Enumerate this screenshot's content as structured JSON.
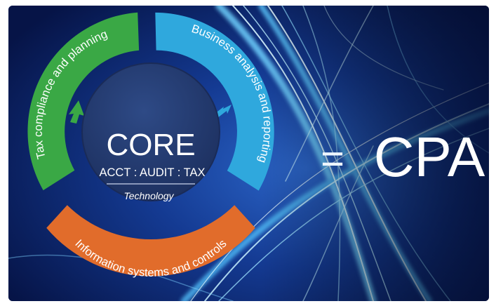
{
  "center": {
    "title": "CORE",
    "subtitle": "ACCT : AUDIT : TAX",
    "caption": "Technology"
  },
  "segments": [
    {
      "label": "Tax compliance and planning",
      "color": "#3aa845"
    },
    {
      "label": "Business analysis and reporting",
      "color": "#2fa8dd"
    },
    {
      "label": "Information systems and controls",
      "color": "#e16c2b"
    }
  ],
  "equation": {
    "operator": "=",
    "result": "CPA"
  },
  "colors": {
    "circle_fill": "#243a6e",
    "background_dark": "#08164f",
    "light_streaks": "#9fe8ff"
  }
}
